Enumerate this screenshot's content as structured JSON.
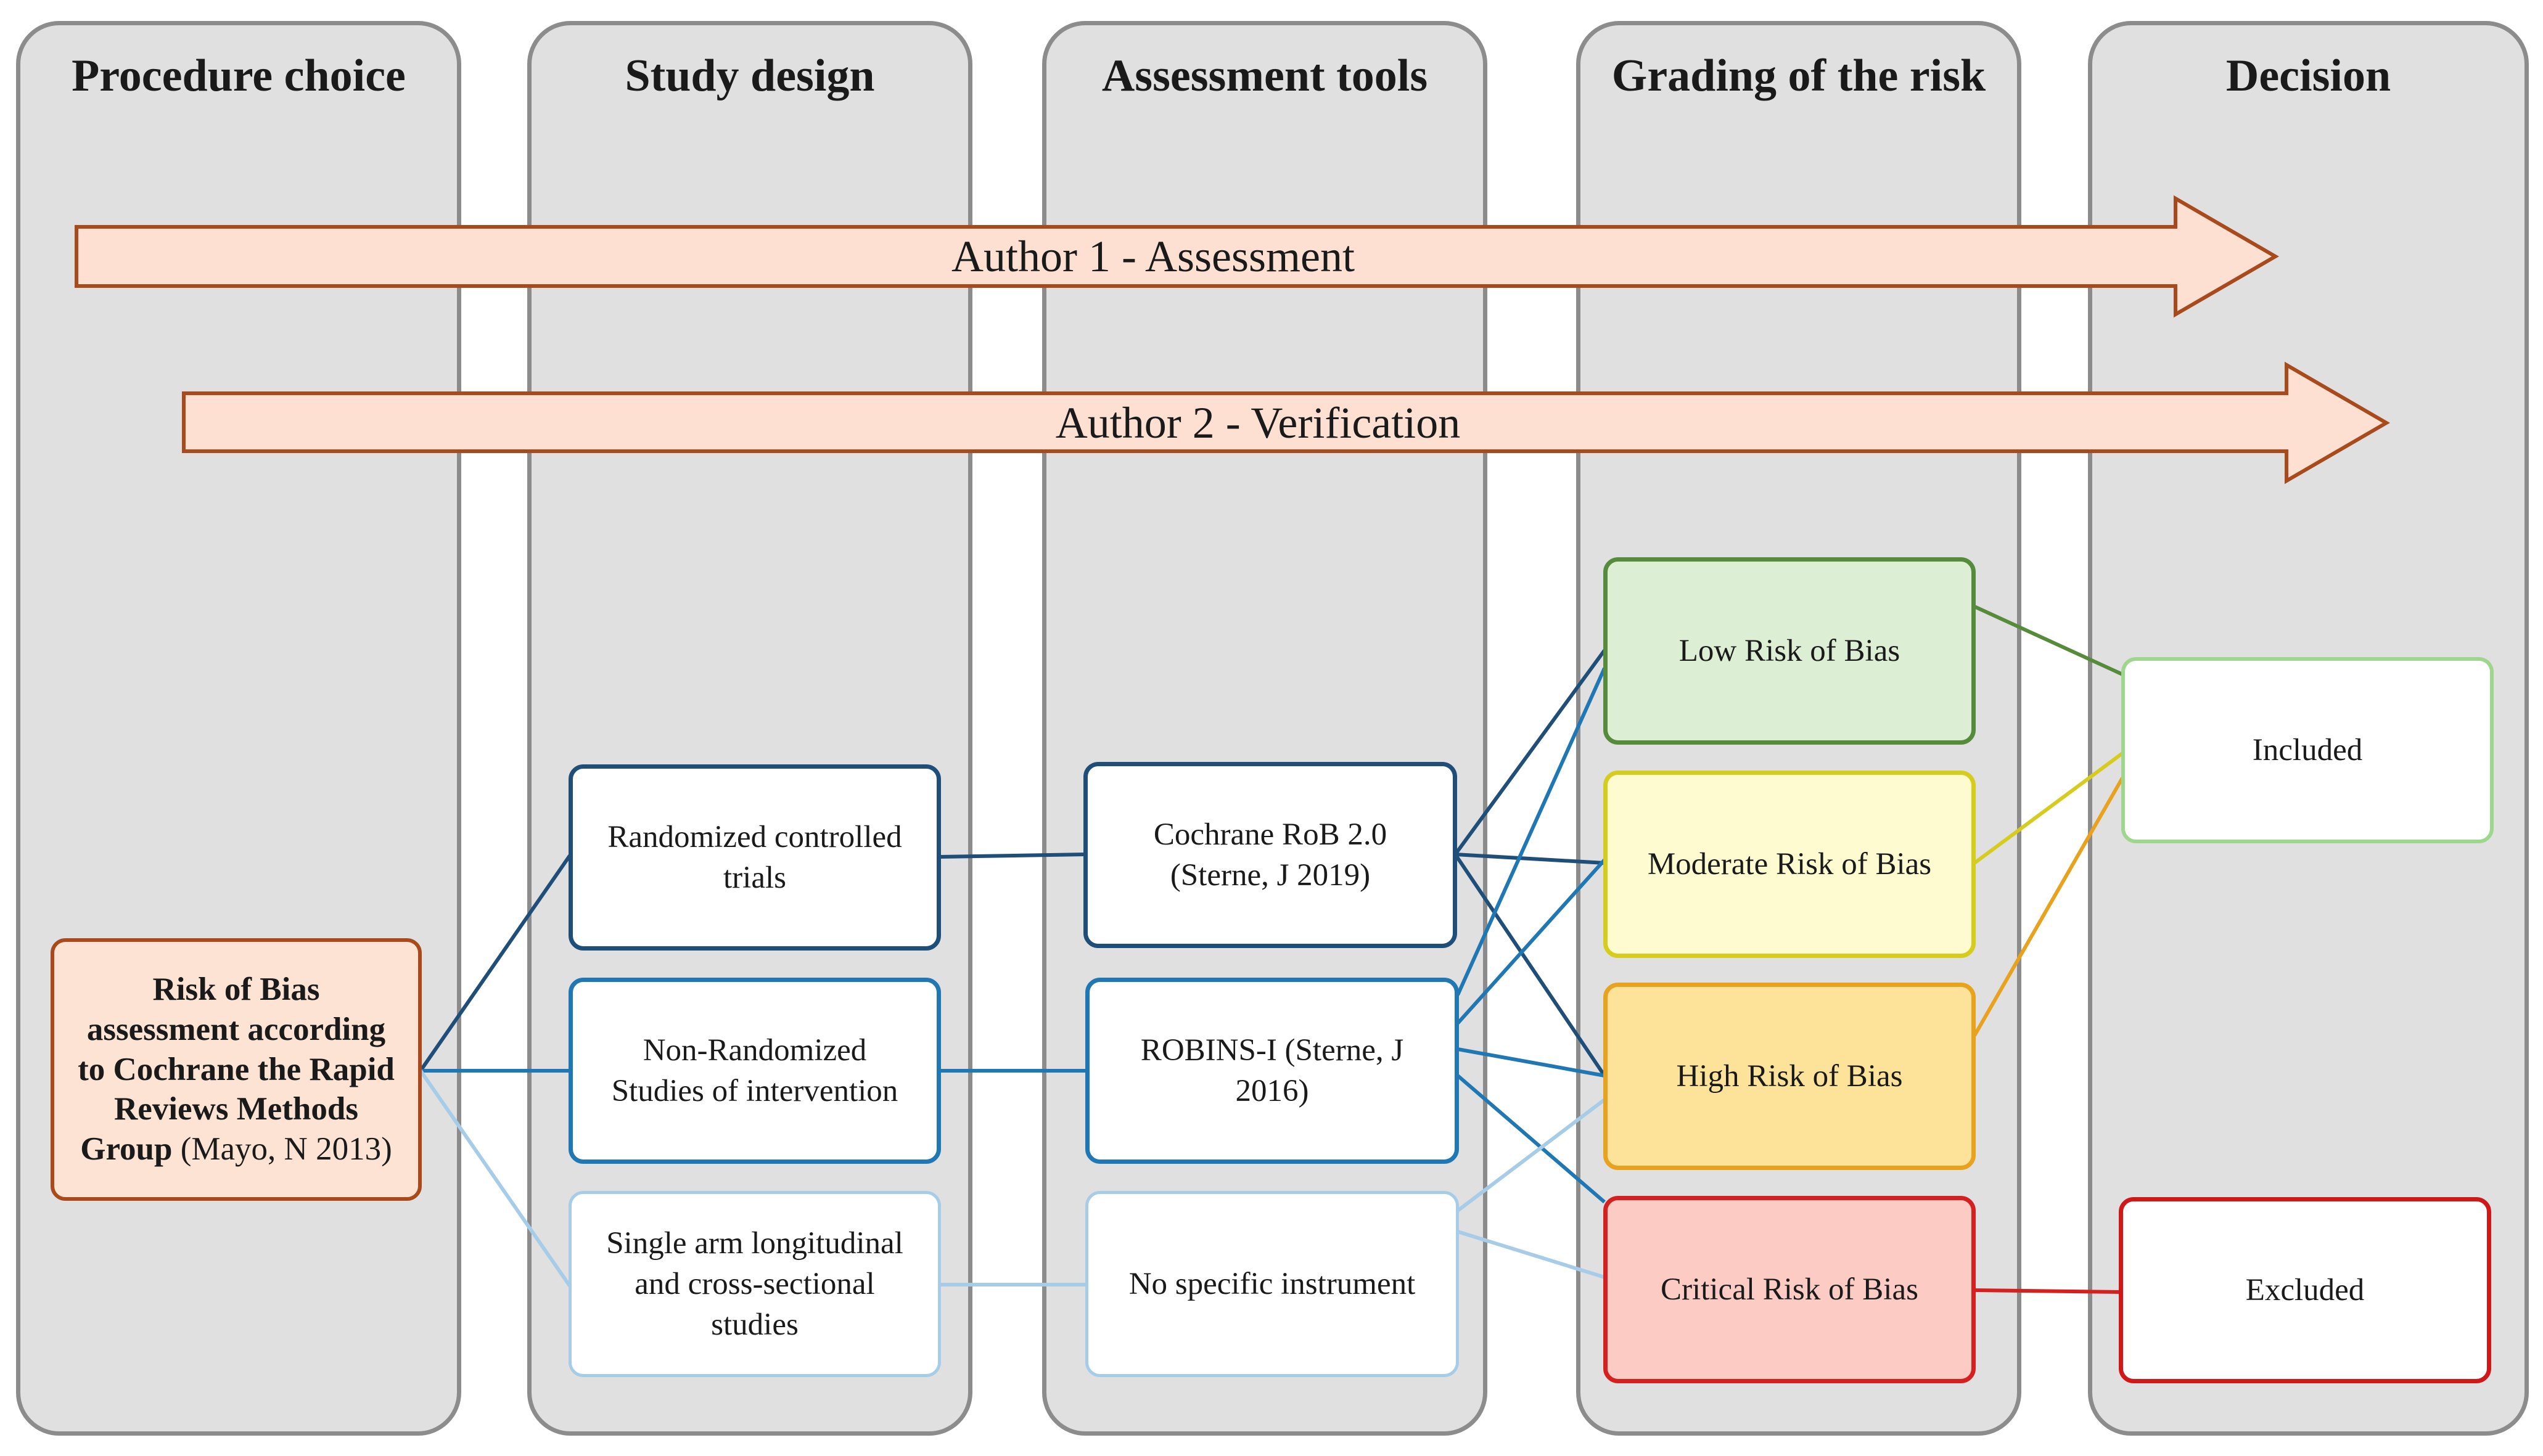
{
  "columns": [
    {
      "title": "Procedure choice"
    },
    {
      "title": "Study design"
    },
    {
      "title": "Assessment tools"
    },
    {
      "title": "Grading of the risk"
    },
    {
      "title": "Decision"
    }
  ],
  "arrows": [
    {
      "label": "Author 1 - Assessment"
    },
    {
      "label": "Author 2 - Verification"
    }
  ],
  "procedure": {
    "line1": "Risk of Bias",
    "line2": "assessment according",
    "line3": "to Cochrane the Rapid",
    "line4": "Reviews Methods",
    "line5_bold": "Group",
    "line5_rest": " (Mayo, N  2013)"
  },
  "study_designs": [
    {
      "line1": "Randomized  controlled",
      "line2": "trials"
    },
    {
      "line1": "Non-Randomized",
      "line2": "Studies  of intervention"
    },
    {
      "line1": "Single arm longitudinal",
      "line2": "and cross-sectional",
      "line3": "studies"
    }
  ],
  "tools": [
    {
      "line1": "Cochrane  RoB 2.0",
      "line2": "(Sterne, J 2019)"
    },
    {
      "line1": "ROBINS-I (Sterne, J",
      "line2": "2016)"
    },
    {
      "line1": "No specific  instrument"
    }
  ],
  "grades": [
    {
      "label": "Low  Risk  of  Bias"
    },
    {
      "label": "Moderate  Risk  of Bias"
    },
    {
      "label": "High  Risk  of  Bias"
    },
    {
      "label": "Critical  Risk  of  Bias"
    }
  ],
  "decisions": [
    {
      "label": "Included"
    },
    {
      "label": "Excluded"
    }
  ],
  "colors": {
    "column_fill": "#e0e0e0",
    "column_border": "#8c8c8c",
    "arrow_fill": "#fde0d2",
    "arrow_border": "#a84a1c",
    "procedure_fill": "#fde3d4",
    "procedure_border": "#a84a1c",
    "rct_border": "#1f4e79",
    "nrsi_border": "#1f78b4",
    "single_arm_border": "#a7cce8",
    "low_fill": "#dcefd4",
    "low_border": "#558b3a",
    "moderate_fill": "#fffbd1",
    "moderate_border": "#d6cc1e",
    "high_fill": "#fde39a",
    "high_border": "#e8a21e",
    "critical_fill": "#fbcbc4",
    "critical_border": "#d62020",
    "included_border": "#9fd68e",
    "excluded_border": "#d01818"
  }
}
